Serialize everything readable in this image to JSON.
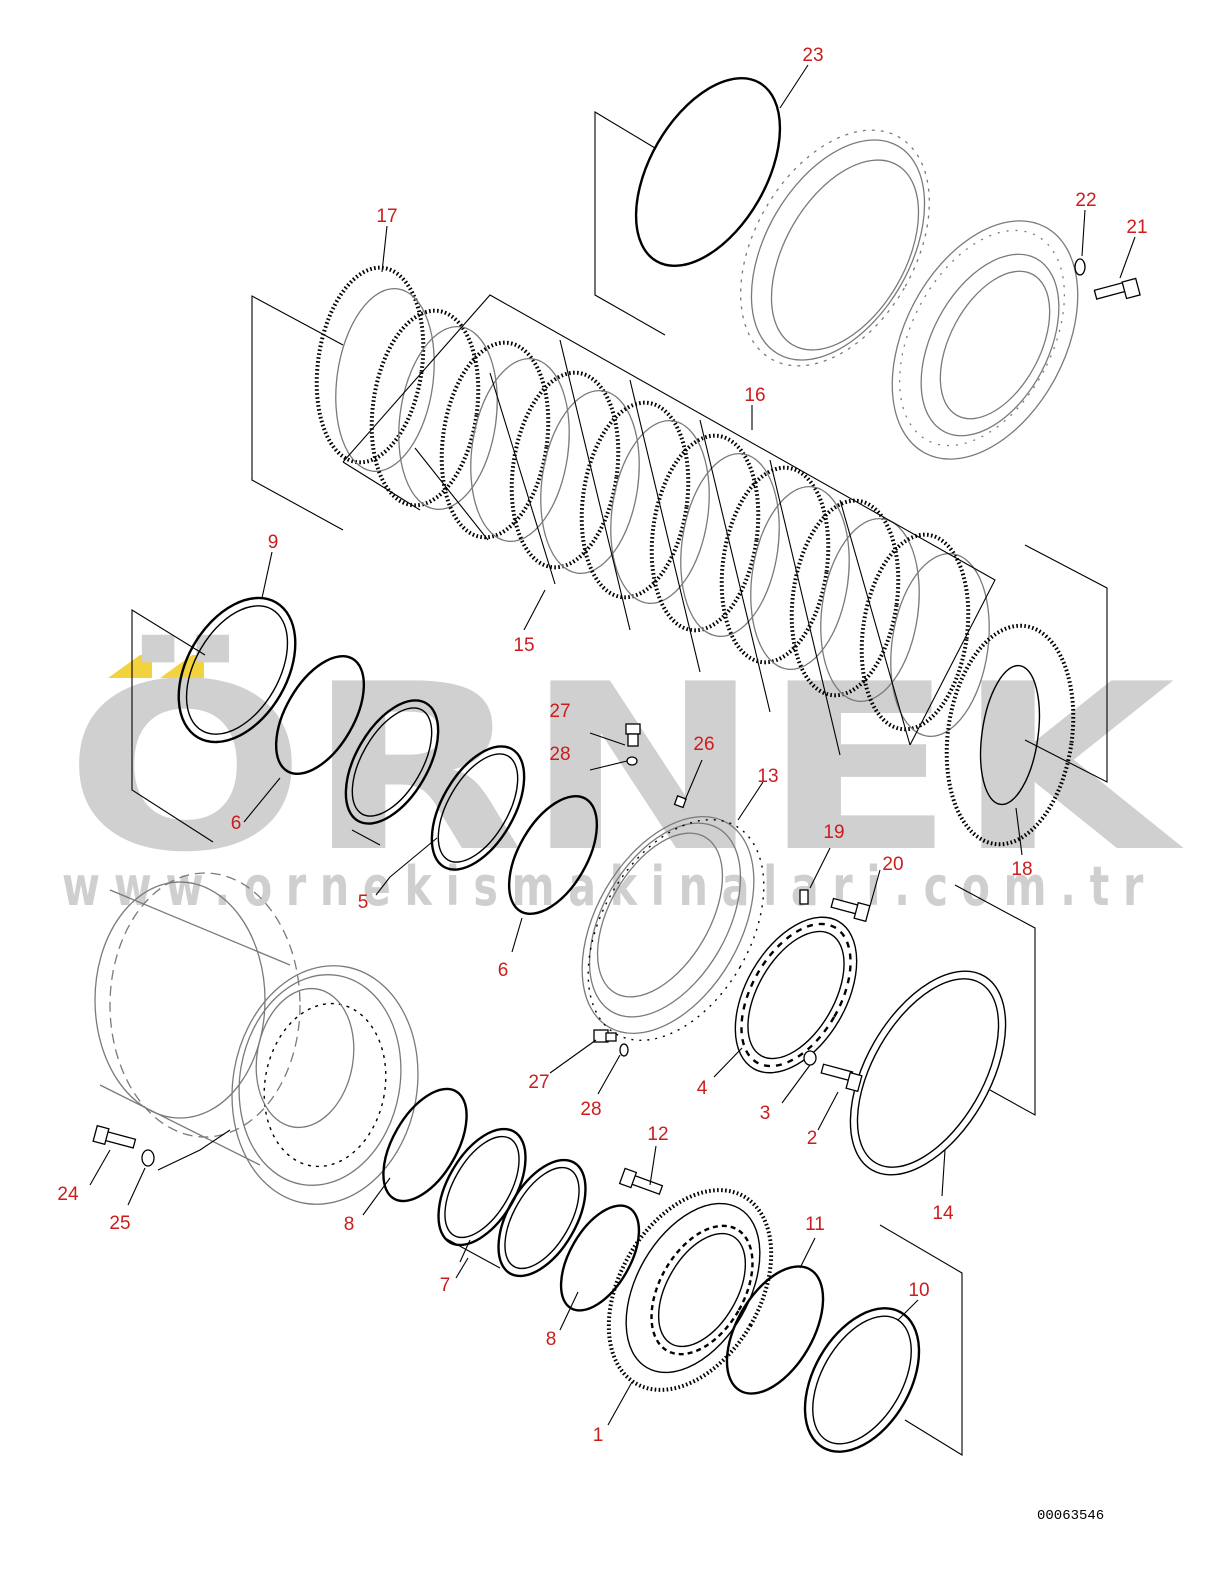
{
  "document_id": "00063546",
  "watermark": {
    "brand": "ÖRNEK",
    "url": "www.ornekismakinalari.com.tr",
    "accent_color": "#f2d33d",
    "color": "#d0d0d0"
  },
  "callout_color": "#cc1c1c",
  "callouts": [
    {
      "id": "c23",
      "label": "23"
    },
    {
      "id": "c17",
      "label": "17"
    },
    {
      "id": "c22",
      "label": "22"
    },
    {
      "id": "c21",
      "label": "21"
    },
    {
      "id": "c16",
      "label": "16"
    },
    {
      "id": "c9",
      "label": "9"
    },
    {
      "id": "c15",
      "label": "15"
    },
    {
      "id": "c27a",
      "label": "27"
    },
    {
      "id": "c26",
      "label": "26"
    },
    {
      "id": "c28a",
      "label": "28"
    },
    {
      "id": "c13",
      "label": "13"
    },
    {
      "id": "c6a",
      "label": "6"
    },
    {
      "id": "c18",
      "label": "18"
    },
    {
      "id": "c19",
      "label": "19"
    },
    {
      "id": "c20",
      "label": "20"
    },
    {
      "id": "c5",
      "label": "5"
    },
    {
      "id": "c6b",
      "label": "6"
    },
    {
      "id": "c27b",
      "label": "27"
    },
    {
      "id": "c4",
      "label": "4"
    },
    {
      "id": "c28b",
      "label": "28"
    },
    {
      "id": "c3",
      "label": "3"
    },
    {
      "id": "c2",
      "label": "2"
    },
    {
      "id": "c14",
      "label": "14"
    },
    {
      "id": "c12",
      "label": "12"
    },
    {
      "id": "c24",
      "label": "24"
    },
    {
      "id": "c25",
      "label": "25"
    },
    {
      "id": "c8a",
      "label": "8"
    },
    {
      "id": "c11",
      "label": "11"
    },
    {
      "id": "c10",
      "label": "10"
    },
    {
      "id": "c7",
      "label": "7"
    },
    {
      "id": "c8b",
      "label": "8"
    },
    {
      "id": "c1",
      "label": "1"
    }
  ]
}
